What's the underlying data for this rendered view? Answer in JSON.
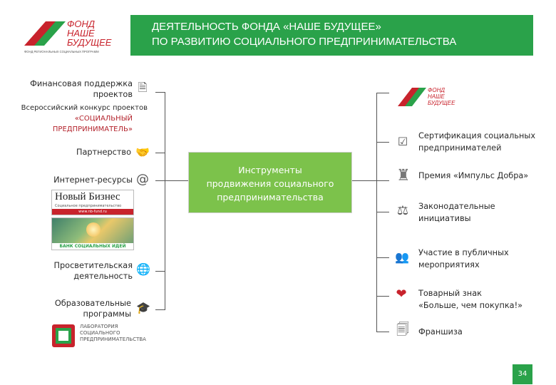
{
  "header": {
    "line1": "ДЕЯТЕЛЬНОСТЬ ФОНДА «НАШЕ БУДУЩЕЕ»",
    "line2": "ПО РАЗВИТИЮ СОЦИАЛЬНОГО ПРЕДПРИНИМАТЕЛЬСТВА"
  },
  "logo": {
    "line1": "ФОНД",
    "line2": "НАШЕ",
    "line3": "БУДУЩЕЕ",
    "tagline": "ФОНД РЕГИОНАЛЬНЫХ СОЦИАЛЬНЫХ ПРОГРАММ"
  },
  "center": {
    "line1": "Инструменты",
    "line2": "продвижения социального",
    "line3": "предпринимательства"
  },
  "left": {
    "fin_1": "Финансовая поддержка",
    "fin_2": "проектов",
    "contest_1": "Всероссийский конкурс проектов",
    "contest_2": "«СОЦИАЛЬНЫЙ",
    "contest_3": "ПРЕДПРИНИМАТЕЛЬ»",
    "partnership": "Партнерство",
    "internet": "Интернет-ресурсы",
    "nb_title": "Новый Бизнес",
    "nb_sub": "Социальное предпринимательство",
    "nb_url": "www.nb-fund.ru",
    "bank_ideas": "БАНК СОЦИАЛЬНЫХ ИДЕЙ",
    "edu_1": "Просветительская",
    "edu_2": "деятельность",
    "prog_1": "Образовательные",
    "prog_2": "программы",
    "lab_1": "ЛАБОРАТОРИЯ",
    "lab_2": "СОЦИАЛЬНОГО",
    "lab_3": "ПРЕДПРИНИМАТЕЛЬСТВА"
  },
  "right": {
    "mini_logo_1": "ФОНД",
    "mini_logo_2": "НАШЕ",
    "mini_logo_3": "БУДУЩЕЕ",
    "cert_1": "Сертификация социальных",
    "cert_2": "предпринимателей",
    "prize": "Премия «Импульс Добра»",
    "law_1": "Законодательные",
    "law_2": "инициативы",
    "events_1": "Участие в публичных",
    "events_2": "мероприятиях",
    "brand_1": "Товарный знак",
    "brand_2": "«Больше, чем покупка!»",
    "franchise": "Франшиза"
  },
  "page_number": "34",
  "colors": {
    "green": "#2aa24a",
    "light_green": "#7cc24b",
    "red": "#c8232c"
  }
}
